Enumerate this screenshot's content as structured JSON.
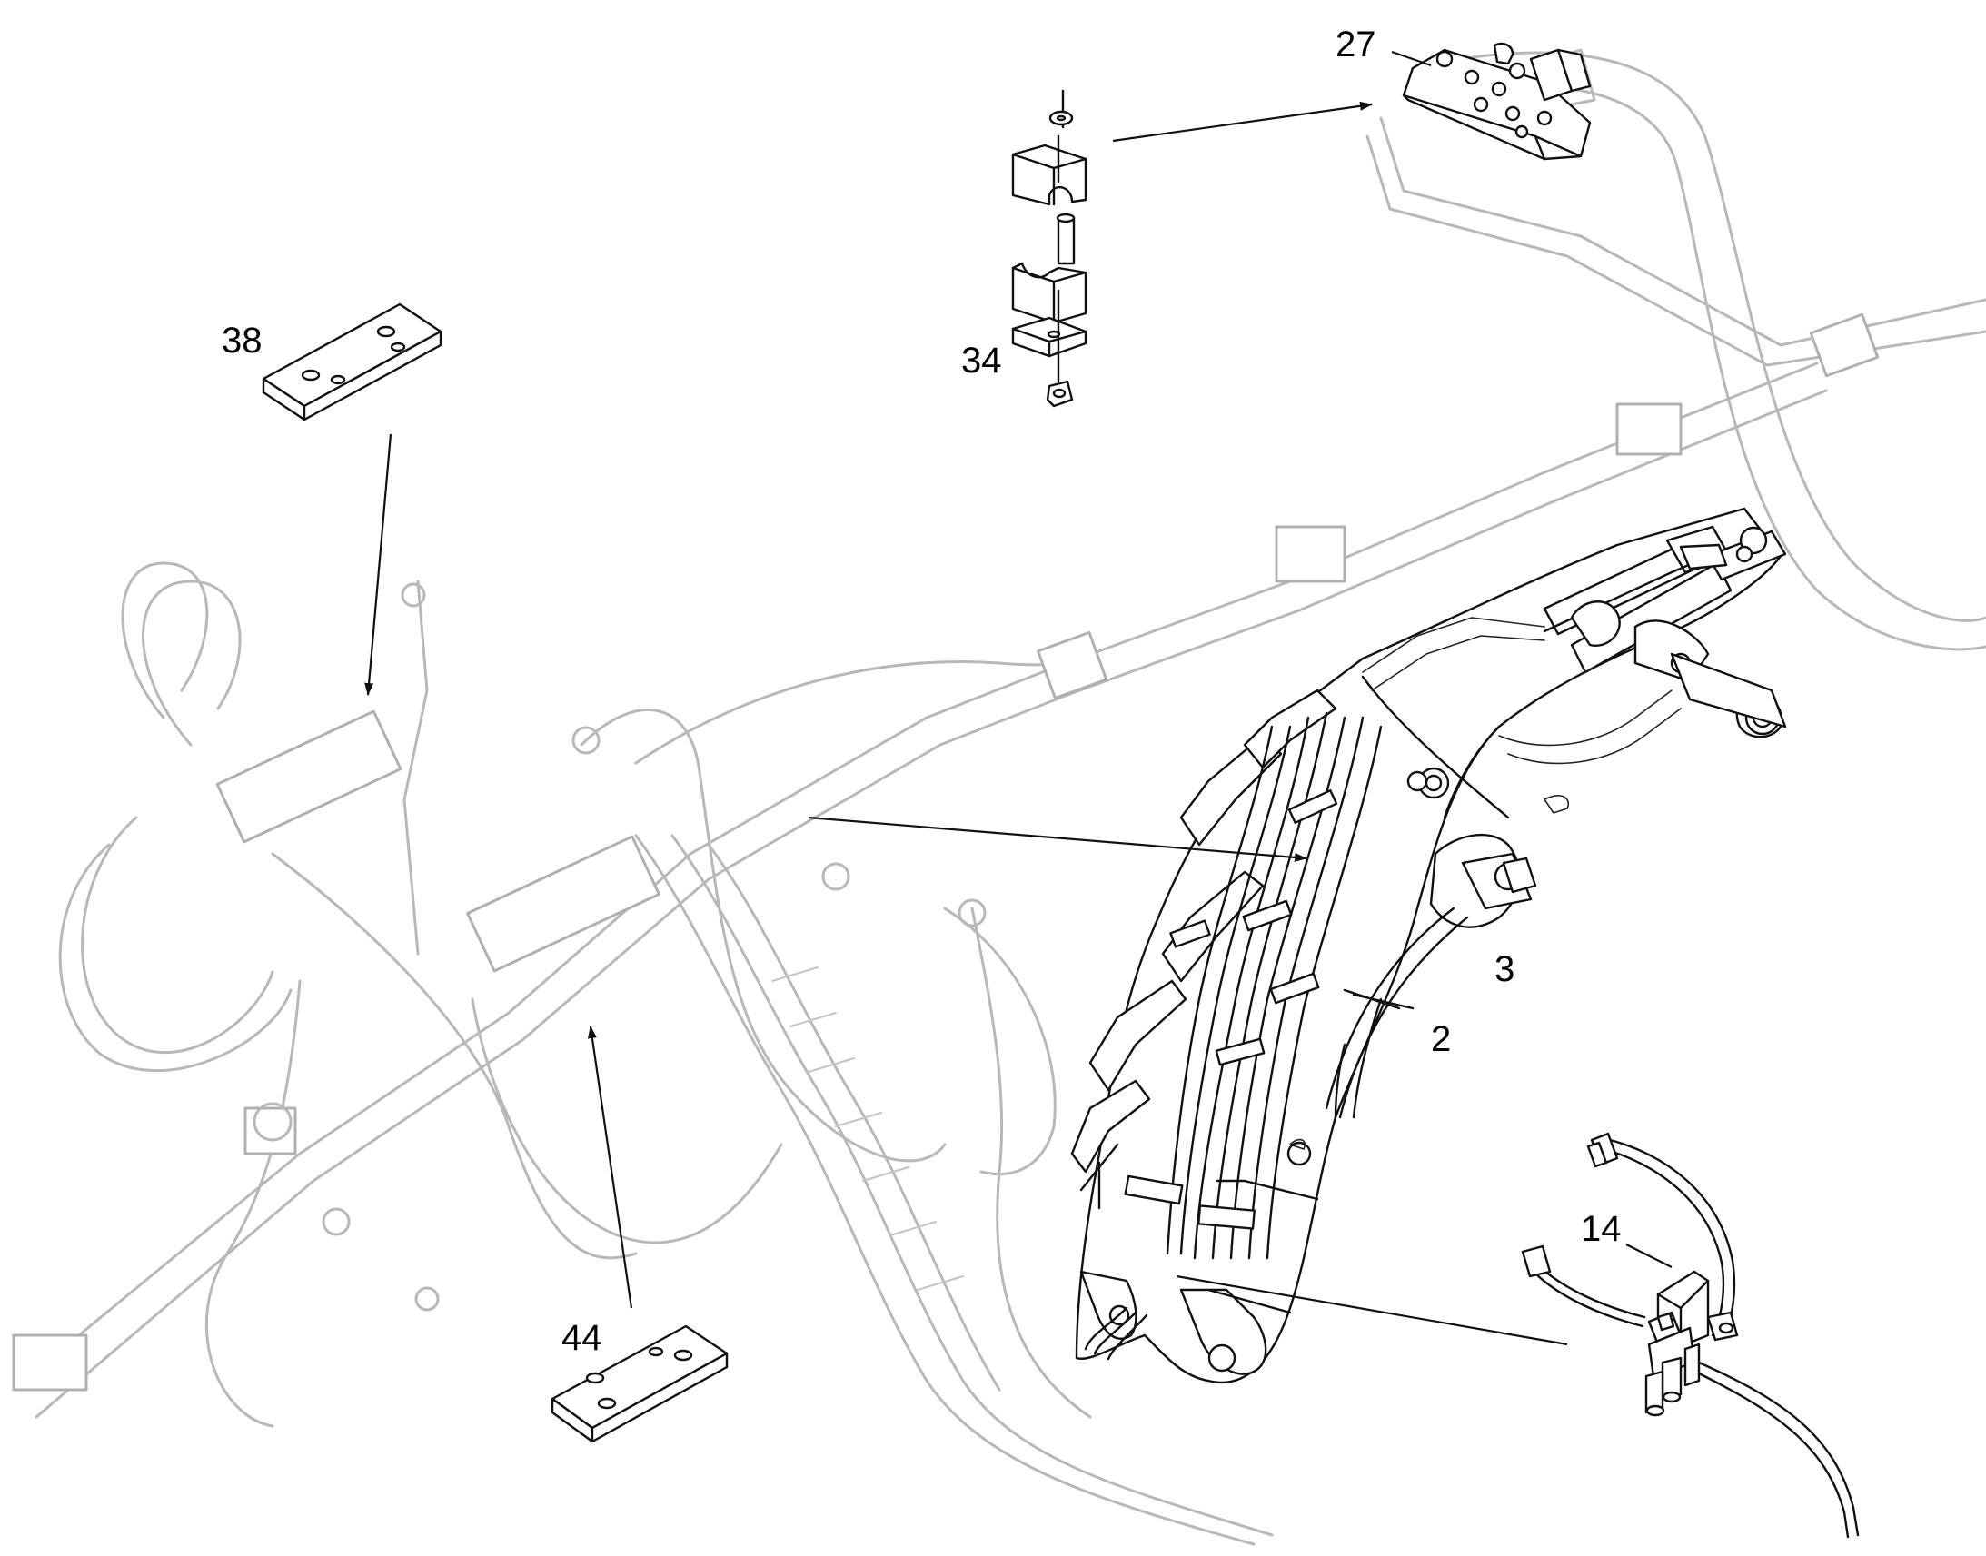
{
  "callouts": {
    "c27": "27",
    "c34": "34",
    "c38": "38",
    "c44": "44",
    "c3": "3",
    "c2": "2",
    "c14": "14"
  },
  "colors": {
    "ink": "#111111",
    "ghost_lines": "#b8b8b8",
    "background": "#ffffff"
  }
}
